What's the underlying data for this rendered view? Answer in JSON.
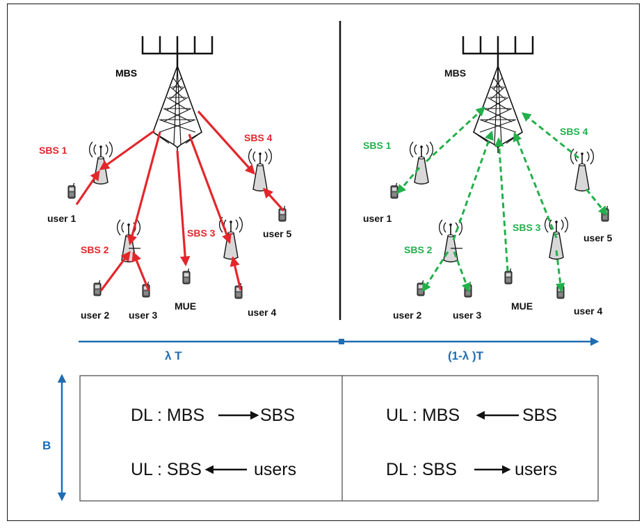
{
  "colors": {
    "left_links": "#e3262b",
    "right_links": "#22b04b",
    "axis": "#1f6db2",
    "text": "#111111"
  },
  "left_panel": {
    "mbs": "MBS",
    "sbs1": "SBS 1",
    "sbs2": "SBS 2",
    "sbs3": "SBS 3",
    "sbs4": "SBS 4",
    "user1": "user 1",
    "user2": "user 2",
    "user3": "user 3",
    "user4": "user 4",
    "user5": "user 5",
    "mue": "MUE"
  },
  "right_panel": {
    "mbs": "MBS",
    "sbs1": "SBS 1",
    "sbs2": "SBS 2",
    "sbs3": "SBS 3",
    "sbs4": "SBS 4",
    "user1": "user 1",
    "user2": "user 2",
    "user3": "user 3",
    "user4": "user 4",
    "user5": "user 5",
    "mue": "MUE"
  },
  "time_axis": {
    "left_label": "λ T",
    "right_label": "(1-λ )T"
  },
  "bandwidth_label": "B",
  "table": {
    "left_row1_a": "DL : MBS",
    "left_row1_b": "SBS",
    "left_row2_a": "UL : SBS",
    "left_row2_b": "users",
    "right_row1_a": "UL :  MBS",
    "right_row1_b": "SBS",
    "right_row2_a": "DL :  SBS",
    "right_row2_b": "users"
  },
  "icons": [
    "tower-icon",
    "small-cell-icon",
    "phone-icon",
    "arrow-icon"
  ]
}
